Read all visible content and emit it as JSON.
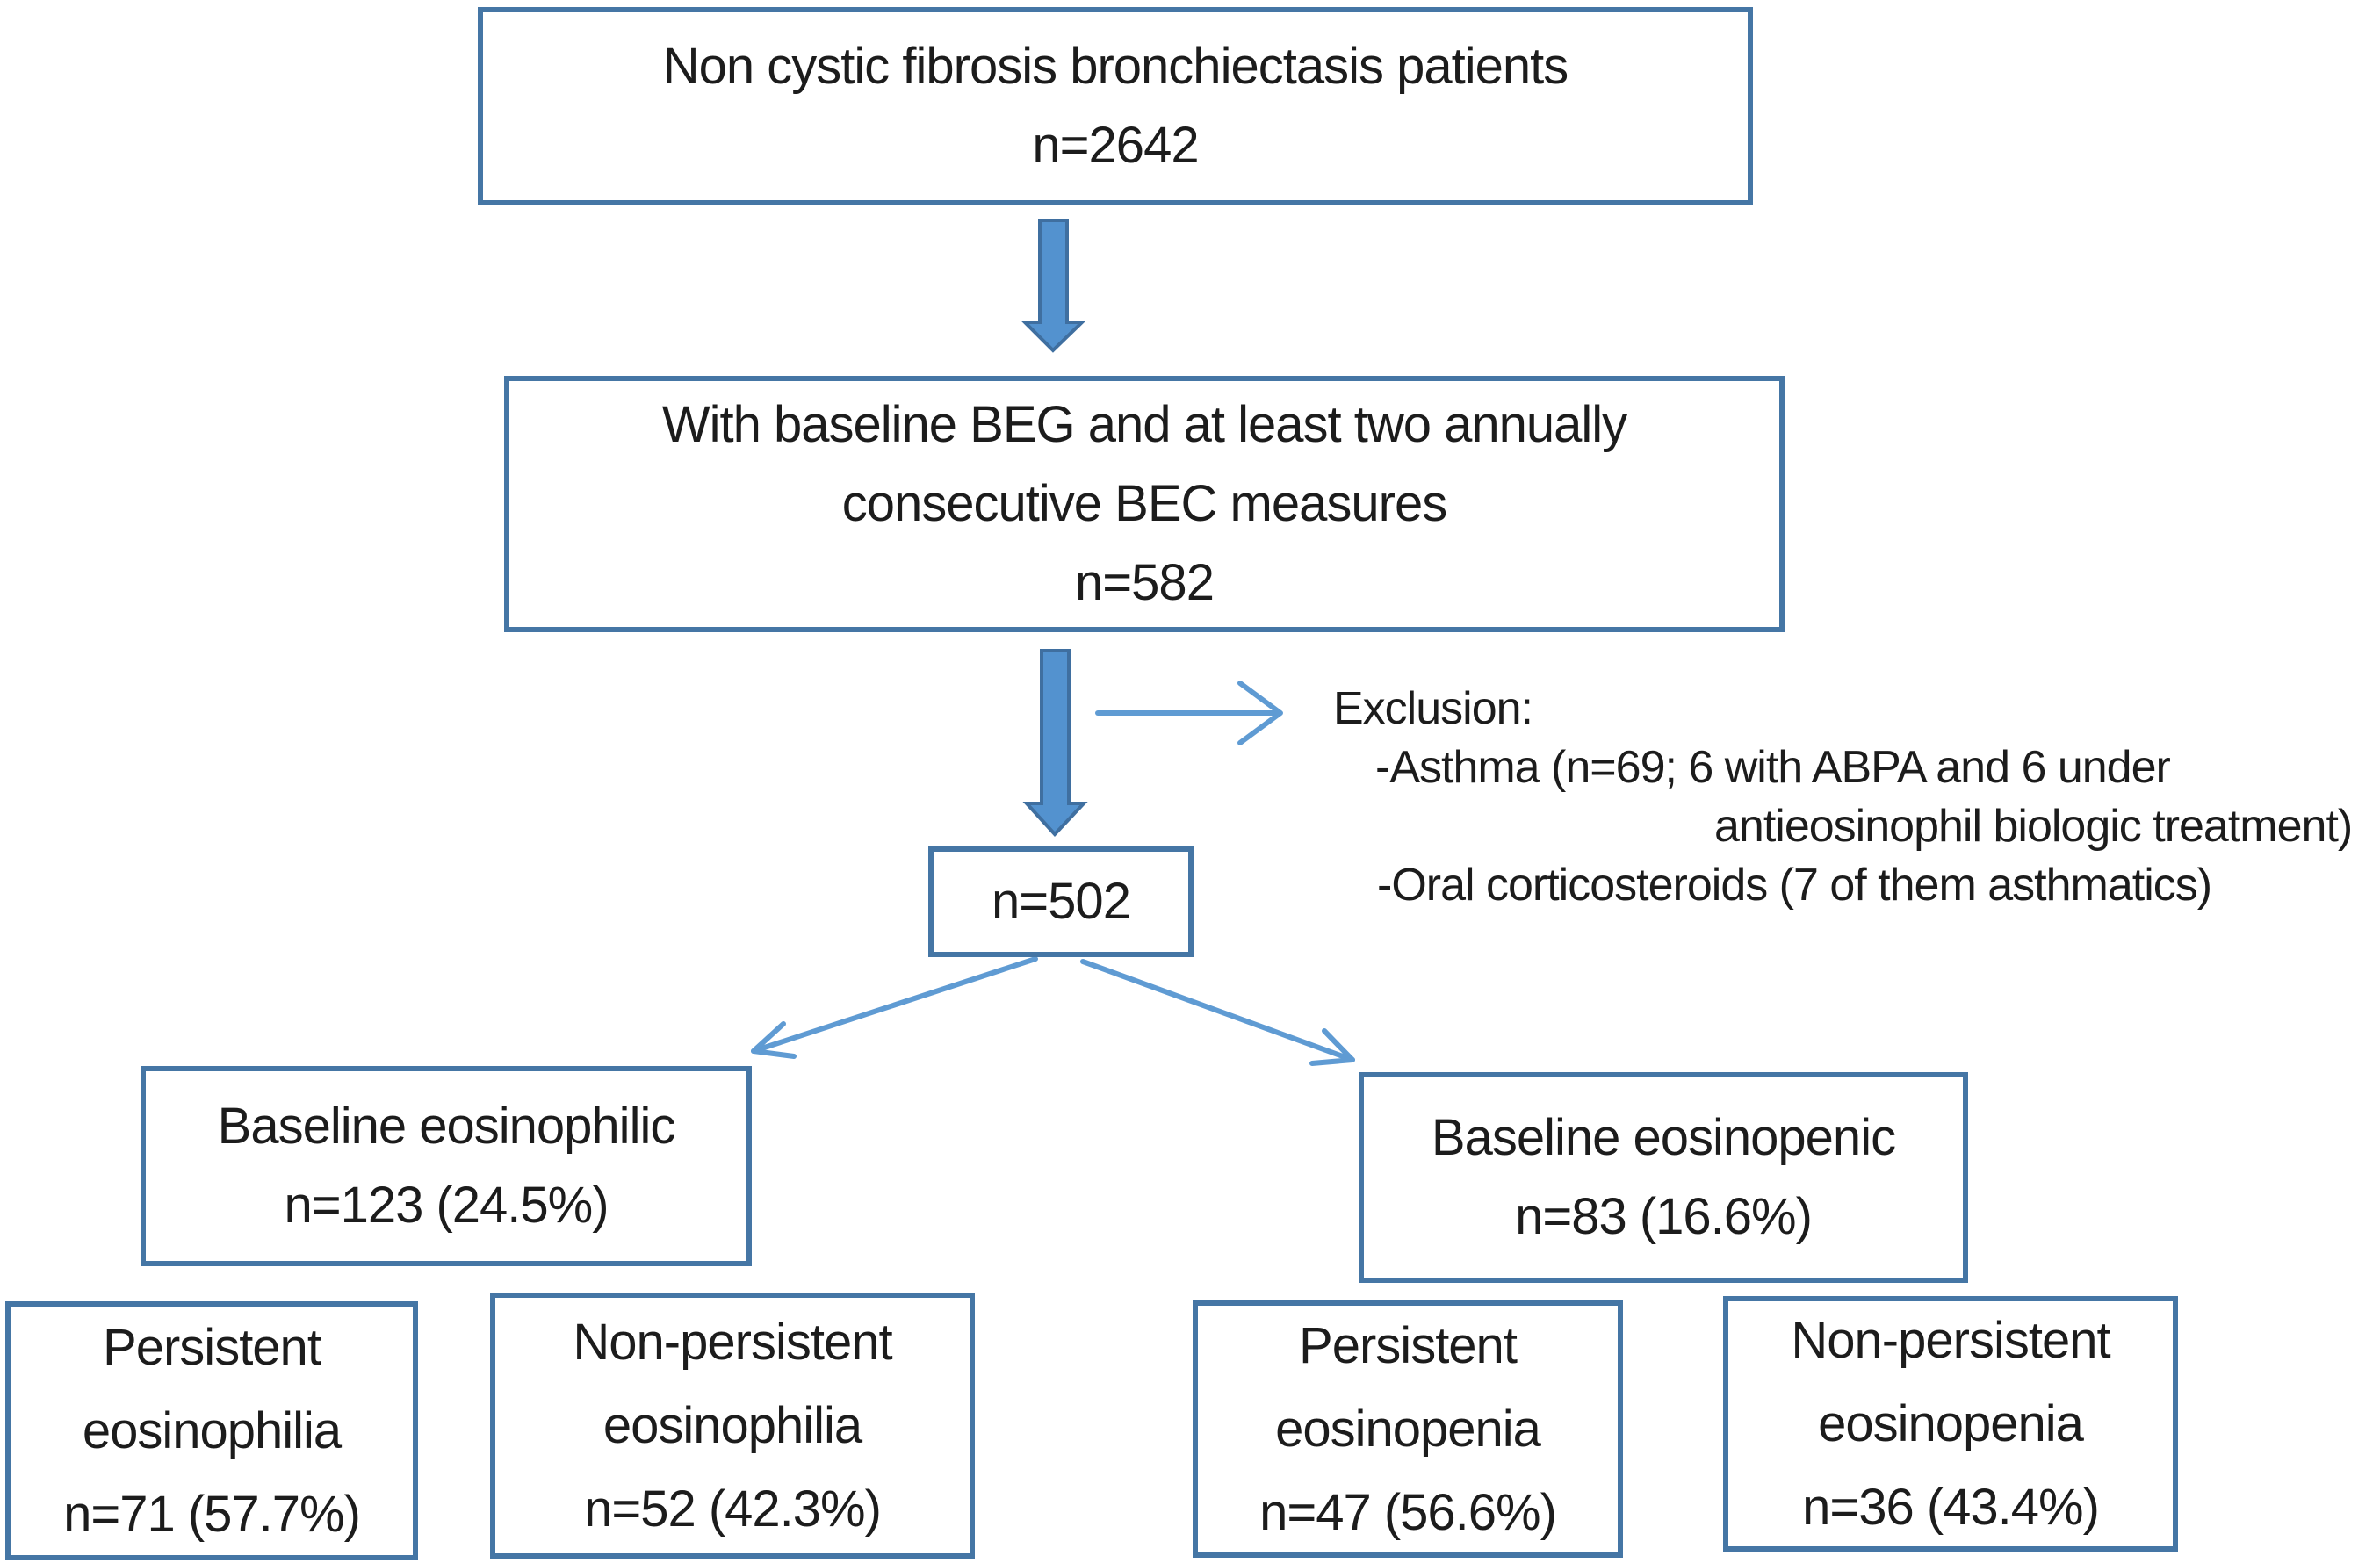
{
  "colors": {
    "box-border": "#4576a5",
    "arrow-fill": "#5392cf",
    "arrow-outline": "#3f6fa0",
    "connector": "#5f9bd3",
    "text": "#1c1c1c",
    "bg": "#ffffff"
  },
  "boxes": {
    "total": {
      "line1": "Non cystic fibrosis bronchiectasis patients",
      "line2": "n=2642"
    },
    "criteria": {
      "line1": "With baseline BEG and at least two annually",
      "line2": "consecutive BEC measures",
      "line3": "n=582"
    },
    "included": {
      "line1": "n=502"
    },
    "eosinophilic": {
      "line1": "Baseline eosinophilic",
      "line2": "n=123 (24.5%)"
    },
    "eosinopenic": {
      "line1": "Baseline eosinopenic",
      "line2": "n=83 (16.6%)"
    },
    "persistent_eosinophilia": {
      "line1": "Persistent",
      "line2": "eosinophilia",
      "line3": "n=71 (57.7%)"
    },
    "nonpersistent_eosinophilia": {
      "line1": "Non-persistent",
      "line2": "eosinophilia",
      "line3": "n=52 (42.3%)"
    },
    "persistent_eosinopenia": {
      "line1": "Persistent",
      "line2": "eosinopenia",
      "line3": "n=47 (56.6%)"
    },
    "nonpersistent_eosinopenia": {
      "line1": "Non-persistent",
      "line2": "eosinopenia",
      "line3": "n=36 (43.4%)"
    }
  },
  "exclusion": {
    "title": "Exclusion:",
    "line1": "-Asthma (n=69; 6 with ABPA and 6 under",
    "line2": "antieosinophil biologic treatment)",
    "line3": "-Oral corticosteroids (7 of them asthmatics)"
  }
}
